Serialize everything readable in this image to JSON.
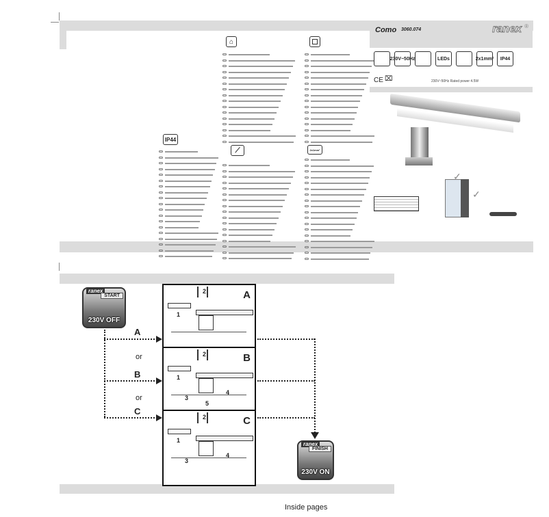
{
  "product": {
    "name": "Como",
    "code": "3060.074",
    "brand": "ranex",
    "registered": "®",
    "rating": "230V~50Hz   Rated power 4.5W"
  },
  "spec_icons": [
    {
      "icon": "house-icon",
      "label": ""
    },
    {
      "icon": "voltage-icon",
      "label": "230V~50Hz"
    },
    {
      "icon": "class-ii-icon",
      "label": ""
    },
    {
      "icon": "leds-icon",
      "label": "LEDs"
    },
    {
      "icon": "cable-icon",
      "label": ""
    },
    {
      "icon": "wire-section-icon",
      "label": "2x1mm²"
    },
    {
      "icon": "ip44-icon",
      "label": "IP44"
    }
  ],
  "marks": {
    "ce": "CE",
    "weee": "⌧"
  },
  "sections": {
    "ip44": "IP44",
    "wire_label": "2x1mm²"
  },
  "diagram": {
    "start_tag": "START",
    "start_voltage": "230V OFF",
    "finish_tag": "FINISH",
    "finish_voltage": "230V ON",
    "brand": "ranex",
    "options": [
      "A",
      "B",
      "C"
    ],
    "or_label": "or",
    "steps_a": [
      "1",
      "2"
    ],
    "steps_b": [
      "1",
      "2",
      "3",
      "4",
      "5"
    ],
    "steps_c": [
      "1",
      "2",
      "3",
      "4"
    ]
  },
  "caption": "Inside pages",
  "colors": {
    "band": "#dcdcdc",
    "ink": "#222222"
  }
}
